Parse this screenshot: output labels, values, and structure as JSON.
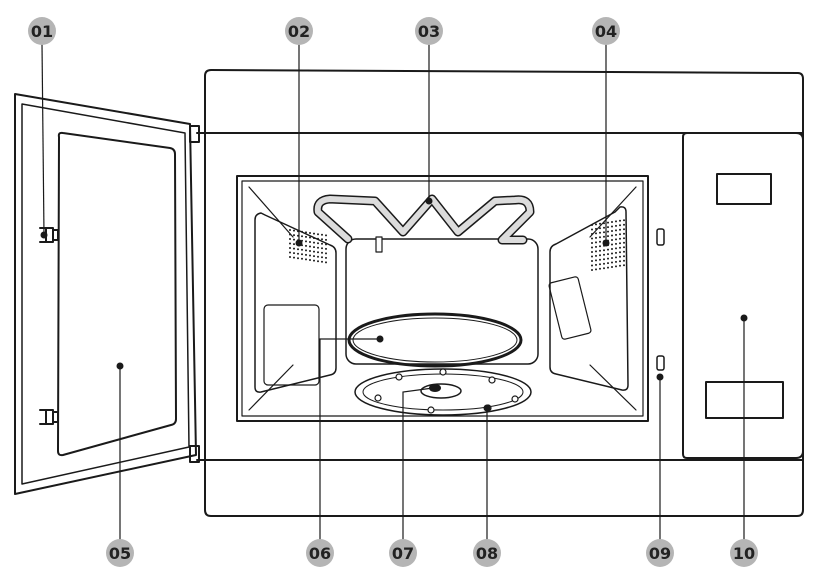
{
  "colors": {
    "line": "#1a1a1a",
    "badge": "#b5b5b5",
    "badge_text": "#222222",
    "element_fill": "#dcdcdc"
  },
  "callouts": [
    {
      "id": "c01",
      "label": "01"
    },
    {
      "id": "c02",
      "label": "02"
    },
    {
      "id": "c03",
      "label": "03"
    },
    {
      "id": "c04",
      "label": "04"
    },
    {
      "id": "c05",
      "label": "05"
    },
    {
      "id": "c06",
      "label": "06"
    },
    {
      "id": "c07",
      "label": "07"
    },
    {
      "id": "c08",
      "label": "08"
    },
    {
      "id": "c09",
      "label": "09"
    },
    {
      "id": "c10",
      "label": "10"
    }
  ]
}
